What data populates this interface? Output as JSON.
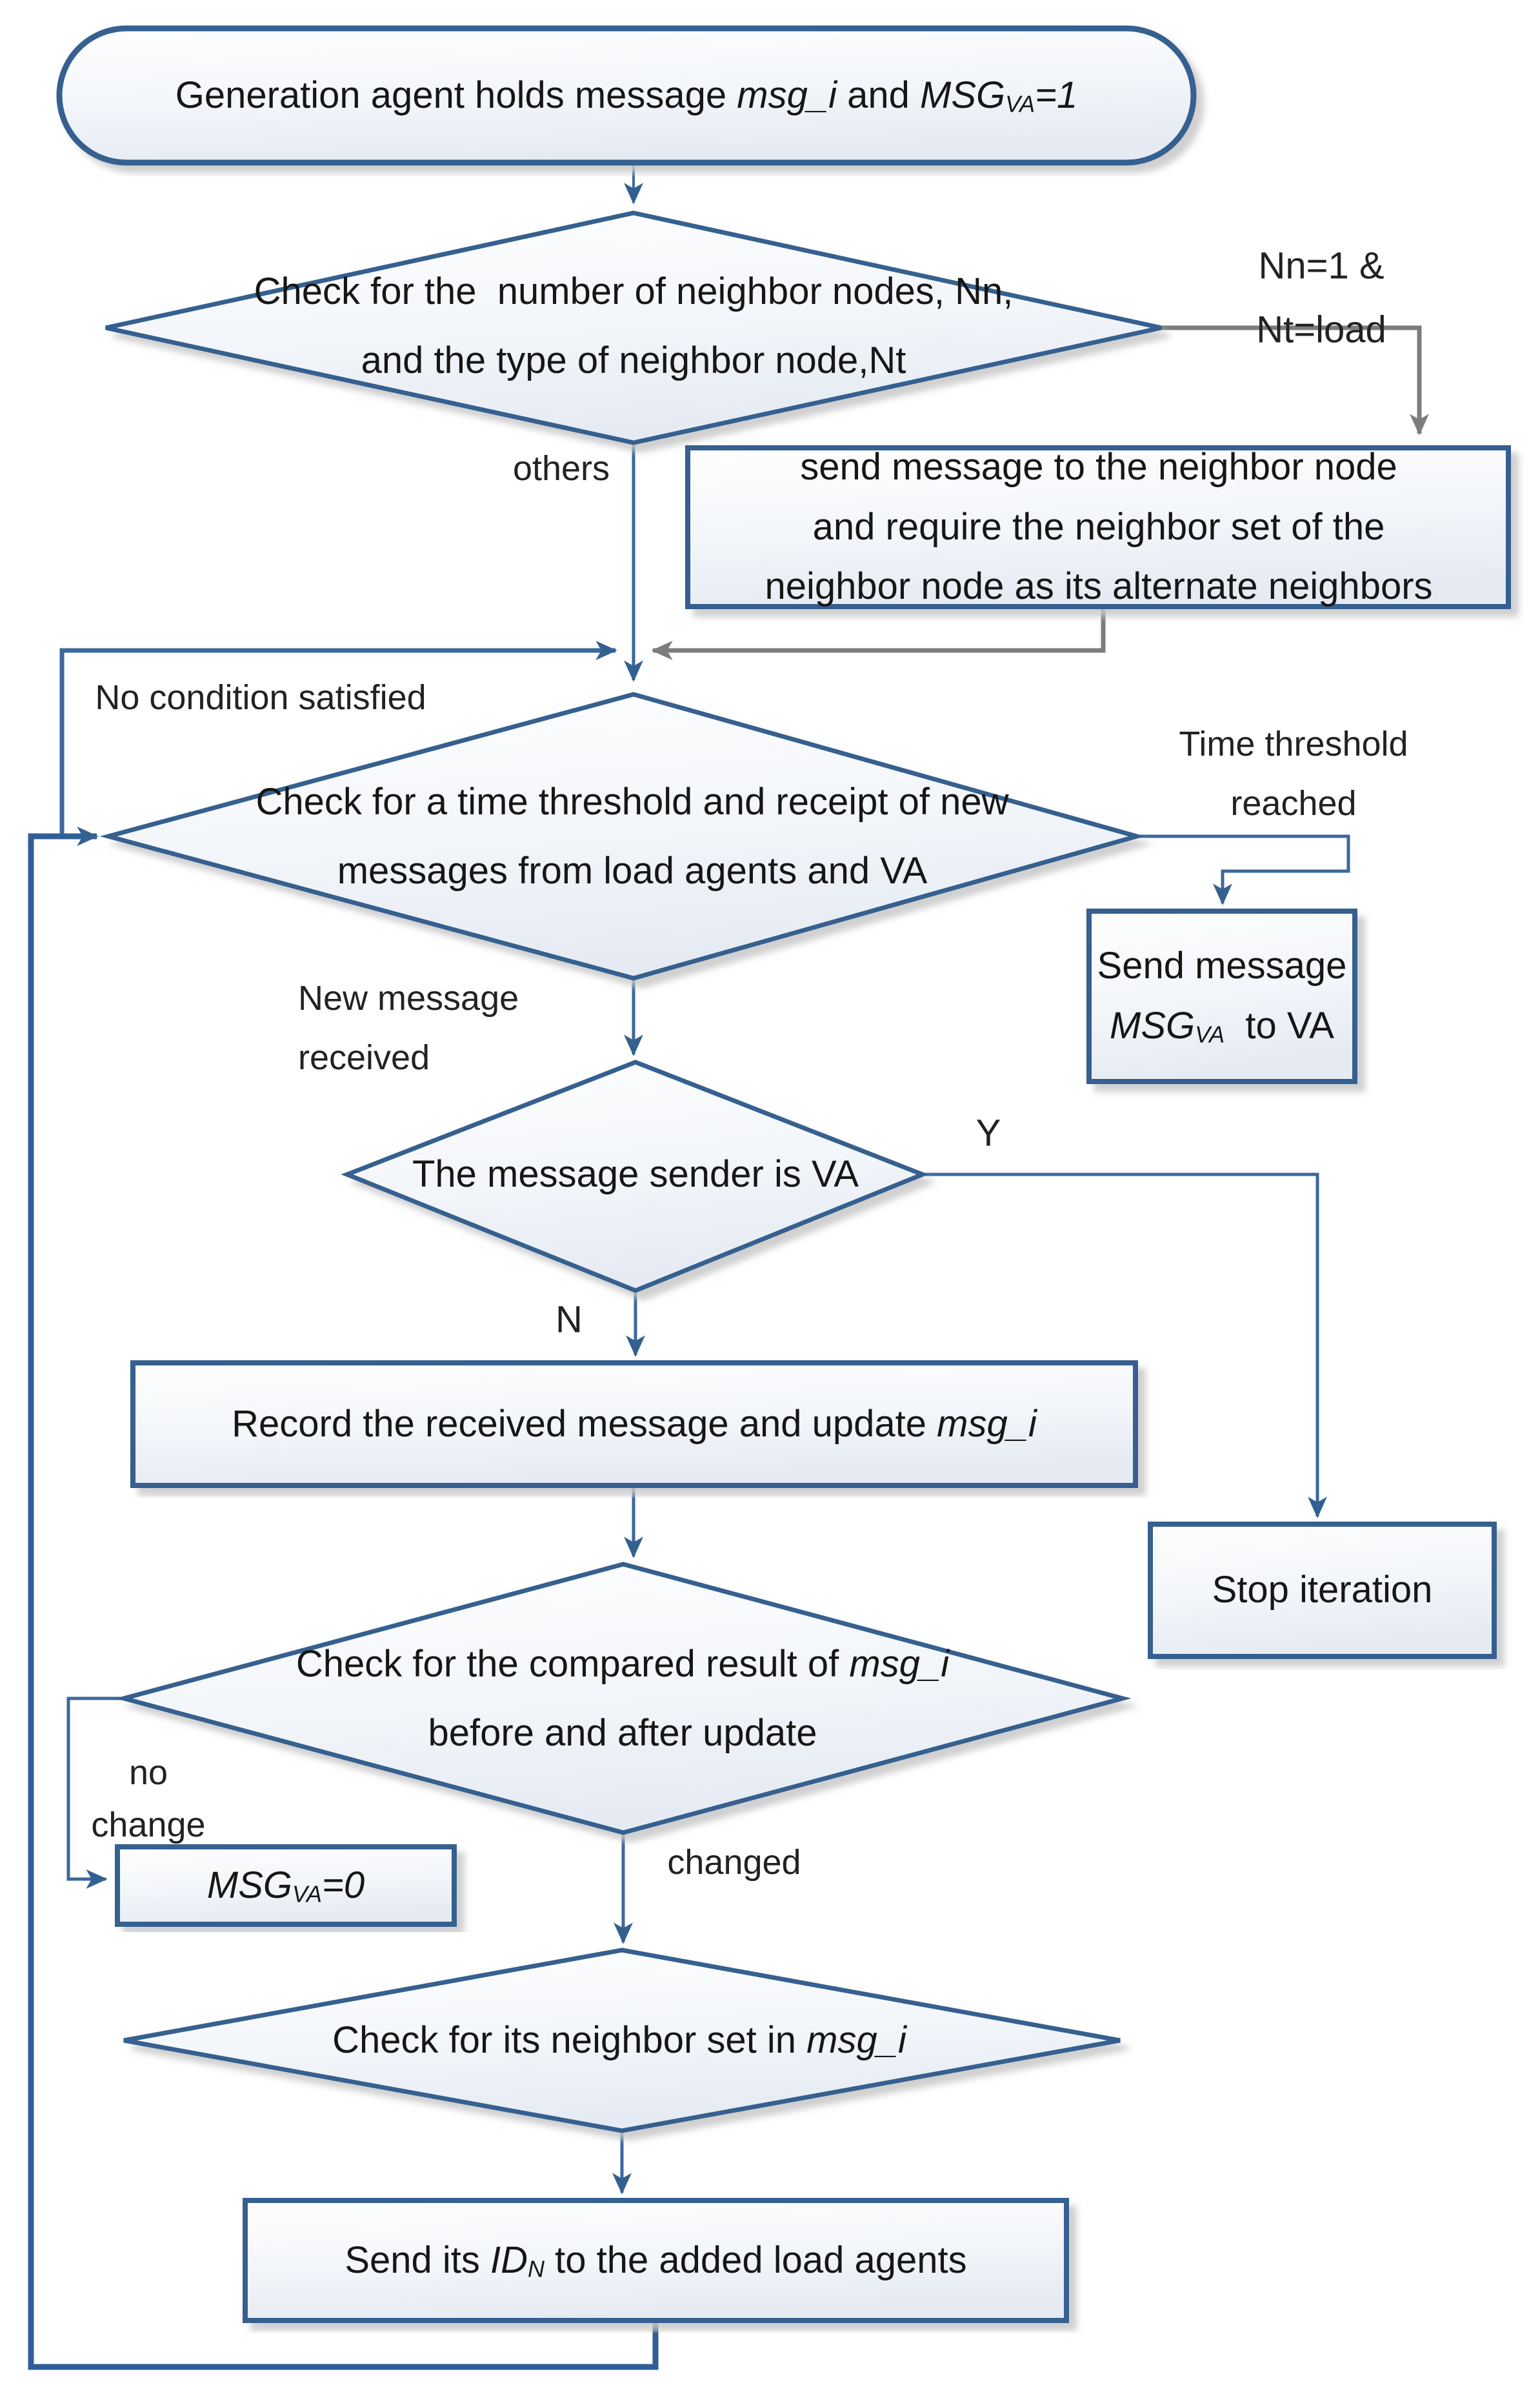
{
  "colors": {
    "shape_border": "#35618f",
    "connector_blue": "#3c689c",
    "connector_gray": "#7d7d7d",
    "shape_fill_top": "#fefefe",
    "shape_fill_bottom": "#e6ebf3",
    "shadow": "#c8c8c8",
    "text": "#161616"
  },
  "nodes": {
    "start": {
      "segments": [
        {
          "t": "Generation agent holds message "
        },
        {
          "t": "msg_i",
          "i": true
        },
        {
          "t": " and "
        },
        {
          "t": "MSG",
          "i": true
        },
        {
          "t": "VA",
          "i": true,
          "s": true
        },
        {
          "t": "=1",
          "i": true
        }
      ]
    },
    "check_neighbors": {
      "segments": [
        {
          "t": "Check for the  number of neighbor nodes, Nn,"
        },
        {
          "br": true
        },
        {
          "t": "and the type of neighbor node,Nt"
        }
      ]
    },
    "send_to_neighbor": {
      "segments": [
        {
          "t": "send message to the neighbor node"
        },
        {
          "br": true
        },
        {
          "t": "and require the neighbor set of the"
        },
        {
          "br": true
        },
        {
          "t": "neighbor node as its alternate neighbors"
        }
      ]
    },
    "check_time_threshold": {
      "segments": [
        {
          "t": "Check for a time threshold and receipt of new"
        },
        {
          "br": true
        },
        {
          "t": "messages from load agents and VA"
        }
      ]
    },
    "send_msgva": {
      "segments": [
        {
          "t": "Send message"
        },
        {
          "br": true
        },
        {
          "t": "MSG",
          "i": true
        },
        {
          "t": "VA",
          "i": true,
          "s": true
        },
        {
          "t": "  to VA"
        }
      ]
    },
    "sender_is_va": {
      "segments": [
        {
          "t": "The message sender is VA"
        }
      ]
    },
    "record_message": {
      "segments": [
        {
          "t": "Record the received message and update "
        },
        {
          "t": "msg_i",
          "i": true
        }
      ]
    },
    "stop_iteration": {
      "segments": [
        {
          "t": "Stop iteration"
        }
      ]
    },
    "check_compare": {
      "segments": [
        {
          "t": "Check for the compared result of "
        },
        {
          "t": "msg_i",
          "i": true
        },
        {
          "br": true
        },
        {
          "t": "before and after update"
        }
      ]
    },
    "msgva_zero": {
      "segments": [
        {
          "t": "MSG",
          "i": true
        },
        {
          "t": "VA",
          "i": true,
          "s": true
        },
        {
          "t": "=0",
          "i": true
        }
      ]
    },
    "check_neighbor_set": {
      "segments": [
        {
          "t": "Check for its neighbor set in "
        },
        {
          "t": "msg_i",
          "i": true
        }
      ]
    },
    "send_idn": {
      "segments": [
        {
          "t": "Send its "
        },
        {
          "t": "ID",
          "i": true
        },
        {
          "t": "N",
          "i": true,
          "s": true
        },
        {
          "t": " to the added load agents"
        }
      ]
    }
  },
  "labels": {
    "nn_nt": "Nn=1 & Nt=load",
    "others": "others",
    "no_condition": "No condition satisfied",
    "time_threshold": {
      "segments": [
        {
          "t": "Time threshold"
        },
        {
          "br": true
        },
        {
          "t": "reached"
        }
      ]
    },
    "new_message": {
      "segments": [
        {
          "t": "New message"
        },
        {
          "br": true
        },
        {
          "t": "received"
        }
      ]
    },
    "yes": "Y",
    "no": "N",
    "no_change": {
      "segments": [
        {
          "t": "no"
        },
        {
          "br": true
        },
        {
          "t": "change"
        }
      ]
    },
    "changed": "changed"
  }
}
